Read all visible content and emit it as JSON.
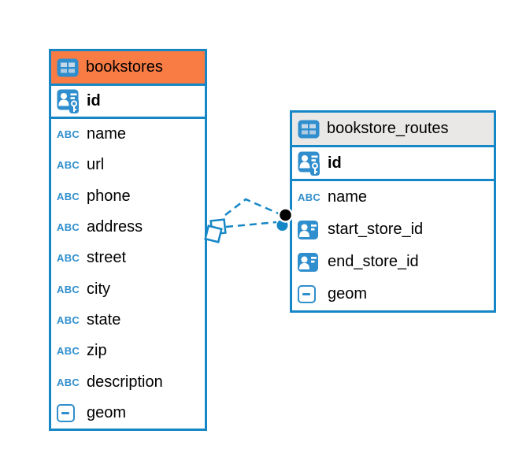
{
  "canvas": {
    "background": "#ffffff"
  },
  "colors": {
    "table_border_blue": "#1687c6",
    "icon_blue": "#2f8ecd",
    "bookstores_header_orange": "#f97c44",
    "routes_header_gray": "#e9e8e7",
    "relation_line_blue": "#1687c6",
    "relation_circle_black": "#000000",
    "text": "#000000"
  },
  "icons": {
    "text_type_label": "ABC"
  },
  "tables": [
    {
      "name": "bookstores",
      "rows": [
        {
          "label": "id",
          "icon": "primary-key-icon"
        },
        {
          "label": "name",
          "icon": "text-type-icon"
        },
        {
          "label": "url",
          "icon": "text-type-icon"
        },
        {
          "label": "phone",
          "icon": "text-type-icon"
        },
        {
          "label": "address",
          "icon": "text-type-icon"
        },
        {
          "label": "street",
          "icon": "text-type-icon"
        },
        {
          "label": "city",
          "icon": "text-type-icon"
        },
        {
          "label": "state",
          "icon": "text-type-icon"
        },
        {
          "label": "zip",
          "icon": "text-type-icon"
        },
        {
          "label": "description",
          "icon": "text-type-icon"
        },
        {
          "label": "geom",
          "icon": "geometry-type-icon"
        }
      ]
    },
    {
      "name": "bookstore_routes",
      "rows": [
        {
          "label": "id",
          "icon": "primary-key-icon"
        },
        {
          "label": "name",
          "icon": "text-type-icon"
        },
        {
          "label": "start_store_id",
          "icon": "foreign-key-icon"
        },
        {
          "label": "end_store_id",
          "icon": "foreign-key-icon"
        },
        {
          "label": "geom",
          "icon": "geometry-type-icon"
        }
      ]
    }
  ],
  "relationship": {
    "from_table": "bookstores",
    "to_table": "bookstore_routes",
    "line_style": "dashed",
    "line_count": 2,
    "from_marker": "overlapping-squares",
    "to_marker": "overlapping-circles"
  }
}
